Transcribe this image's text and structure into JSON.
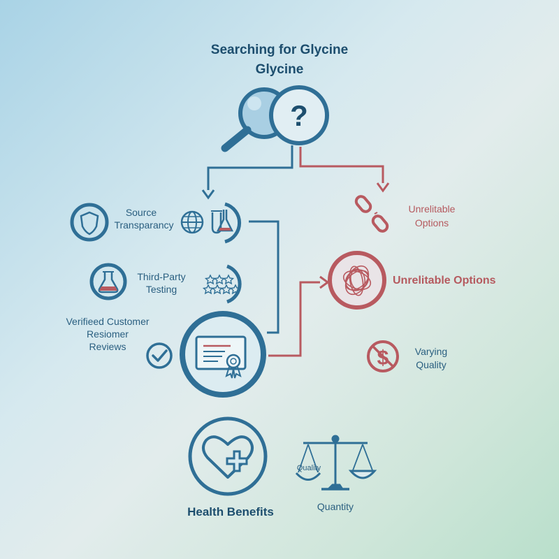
{
  "header": {
    "title_line1": "Searching for Glycine",
    "title_line2": "Glycine"
  },
  "left": {
    "source_label_line1": "Source",
    "source_label_line2": "Transparancy",
    "testing_label_line1": "Third-Party",
    "testing_label_line2": "Testing",
    "reviews_label_line1": "Verifieed Customer",
    "reviews_label_line2": "Resiomer",
    "reviews_label_line3": "Reviews"
  },
  "right": {
    "unreliable_small_line1": "Unrelitable",
    "unreliable_small_line2": "Options",
    "unreliable_big": "Unrelitable Options",
    "varying_line1": "Varying",
    "varying_line2": "Quality"
  },
  "bottom": {
    "health_label": "Health Benefits",
    "quality_label": "Quality",
    "quantity_label": "Quantity"
  },
  "colors": {
    "blue": "#2f6f96",
    "red": "#b85a60",
    "dark_text": "#1d4e6e"
  }
}
